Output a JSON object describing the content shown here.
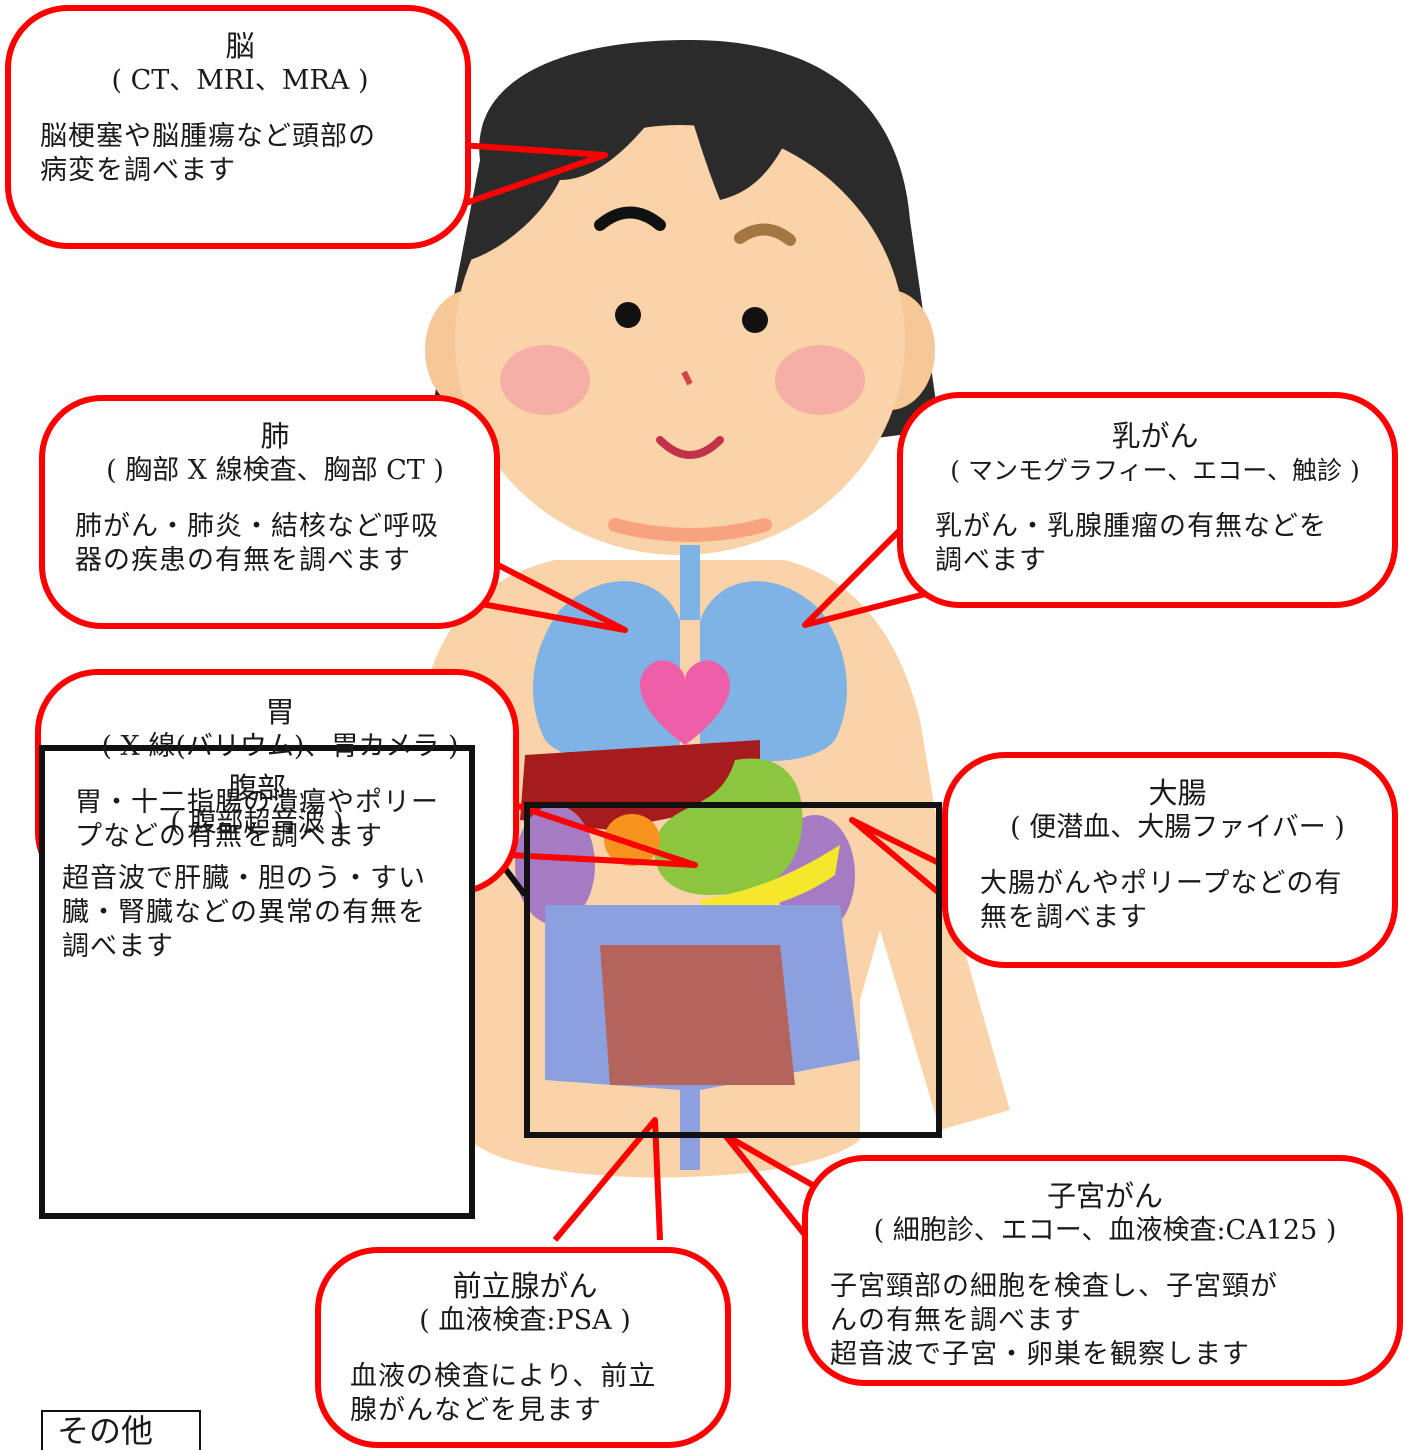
{
  "colors": {
    "callout_border": "#ff0000",
    "abdomen_border": "#000000",
    "skin": "#fbd3a9",
    "hair": "#2b2b2b",
    "lung": "#7fb2e5",
    "heart": "#ee5fa7",
    "liver": "#a61c1c",
    "stomach": "#8cc63f",
    "pancreas": "#f5e72c",
    "kidney": "#a57bc4",
    "gallbladder": "#f7931e",
    "large_intestine": "#8ca0e0",
    "small_intestine": "#b5645b"
  },
  "callouts": {
    "brain": {
      "title": "脳",
      "method": "( CT、MRI、MRA )",
      "desc": [
        "脳梗塞や脳腫瘍など頭部の",
        "病変を調べます"
      ]
    },
    "lung": {
      "title": "肺",
      "method": "( 胸部 X 線検査、胸部 CT )",
      "desc": [
        "肺がん・肺炎・結核など呼吸",
        "器の疾患の有無を調べます"
      ]
    },
    "breast": {
      "title": "乳がん",
      "method": "( マンモグラフィー、エコー、触診 )",
      "desc": [
        "乳がん・乳腺腫瘤の有無などを",
        "調べます"
      ]
    },
    "stomach": {
      "title": "胃",
      "method": "( X 線(バリウム)、胃カメラ )",
      "desc": [
        "胃・十二指腸の潰瘍やポリー",
        "プなどの有無を調べます"
      ]
    },
    "colon": {
      "title": "大腸",
      "method": "( 便潜血、大腸ファイバー )",
      "desc": [
        "大腸がんやポリープなどの有",
        "無を調べます"
      ]
    },
    "abdomen": {
      "title": "腹部",
      "method": "( 腹部超音波 )",
      "desc": [
        "超音波で肝臓・胆のう・すい",
        "臓・腎臓などの異常の有無を",
        "調べます"
      ]
    },
    "uterus": {
      "title": "子宮がん",
      "method": "( 細胞診、エコー、血液検査:CA125 )",
      "desc": [
        "子宮頸部の細胞を検査し、子宮頸が",
        "んの有無を調べます",
        "超音波で子宮・卵巣を観察します"
      ]
    },
    "prostate": {
      "title": "前立腺がん",
      "method": "( 血液検査:PSA )",
      "desc": [
        "血液の検査により、前立",
        "腺がんなどを見ます"
      ]
    }
  },
  "other_label": "その他"
}
